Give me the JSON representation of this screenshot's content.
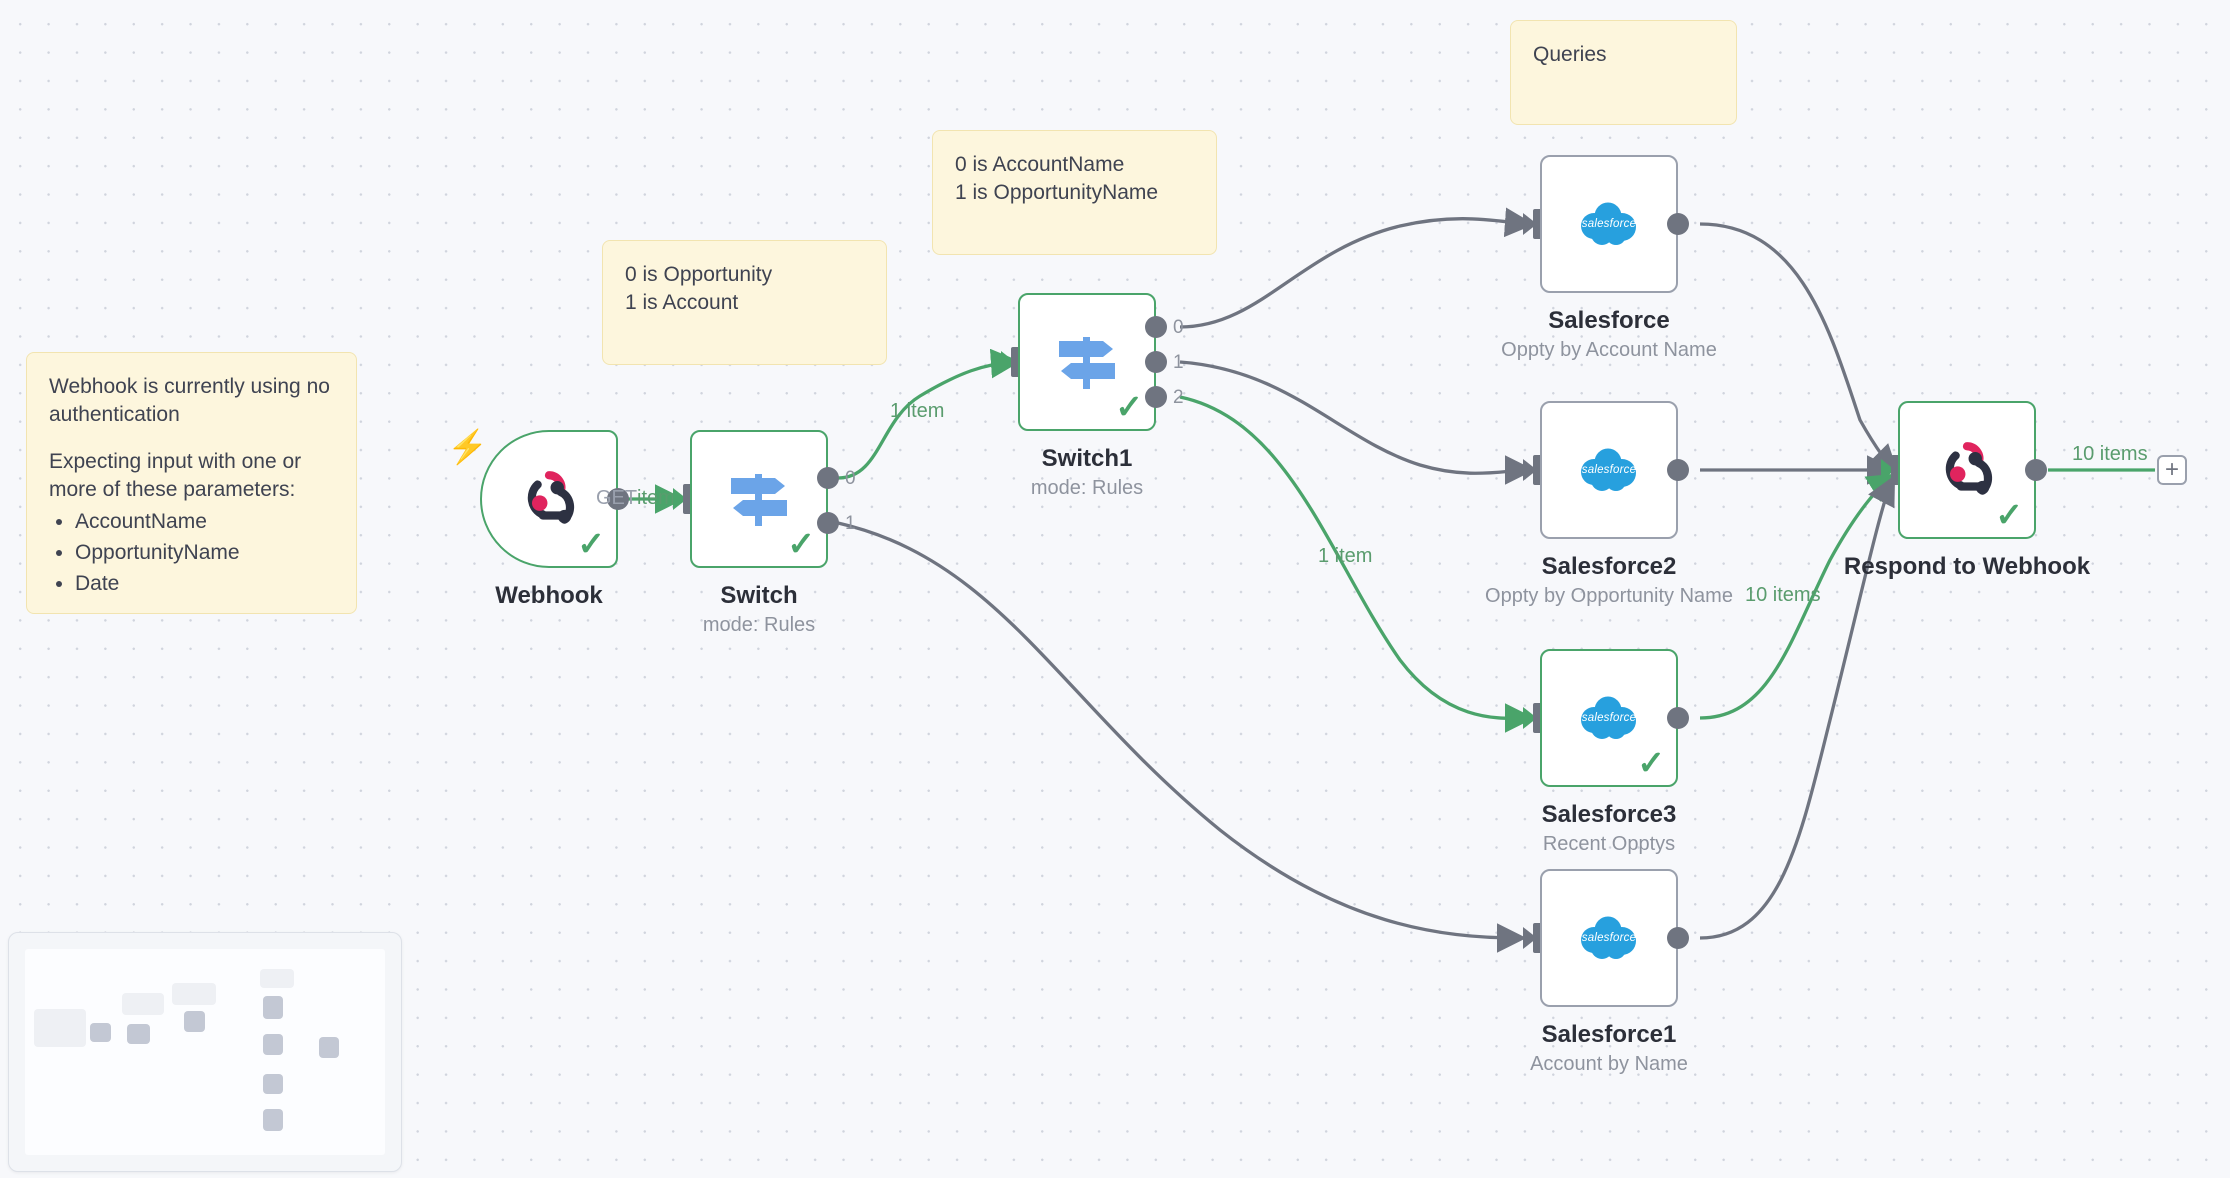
{
  "app": {
    "name": "n8n-workflow-canvas"
  },
  "sticky_notes": [
    {
      "id": "webhook-auth-note",
      "lines": [
        "Webhook is currently using no authentication",
        "Expecting input with one or more of these parameters:"
      ],
      "line1": "Webhook is currently using no",
      "line2": "authentication",
      "line3": "Expecting input with one or",
      "line4": "more of these parameters:",
      "bullets": [
        "AccountName",
        "OpportunityName",
        "Date"
      ]
    },
    {
      "id": "switch-mapping-note",
      "line1": "0 is Opportunity",
      "line2": "1 is Account"
    },
    {
      "id": "switch1-mapping-note",
      "line1": "0 is AccountName",
      "line2": "1 is OpportunityName"
    },
    {
      "id": "queries-note",
      "line1": "Queries"
    }
  ],
  "nodes": [
    {
      "id": "webhook",
      "title": "Webhook",
      "subtitle": "",
      "icon": "webhook-icon",
      "state": "success",
      "outputs": [
        ""
      ]
    },
    {
      "id": "switch",
      "title": "Switch",
      "subtitle": "mode: Rules",
      "icon": "switch-icon",
      "state": "success",
      "outputs": [
        "0",
        "1"
      ]
    },
    {
      "id": "switch1",
      "title": "Switch1",
      "subtitle": "mode: Rules",
      "icon": "switch-icon",
      "state": "success",
      "outputs": [
        "0",
        "1",
        "2"
      ]
    },
    {
      "id": "salesforce",
      "title": "Salesforce",
      "subtitle": "Oppty by Account Name",
      "icon": "salesforce-icon",
      "state": "idle",
      "outputs": [
        ""
      ]
    },
    {
      "id": "salesforce2",
      "title": "Salesforce2",
      "subtitle": "Oppty by Opportunity Name",
      "icon": "salesforce-icon",
      "state": "idle",
      "outputs": [
        ""
      ]
    },
    {
      "id": "salesforce3",
      "title": "Salesforce3",
      "subtitle": "Recent Opptys",
      "icon": "salesforce-icon",
      "state": "success",
      "outputs": [
        ""
      ]
    },
    {
      "id": "salesforce1",
      "title": "Salesforce1",
      "subtitle": "Account by Name",
      "icon": "salesforce-icon",
      "state": "idle",
      "outputs": [
        ""
      ]
    },
    {
      "id": "respond",
      "title": "Respond to Webhook",
      "subtitle": "",
      "icon": "webhook-icon",
      "state": "success",
      "outputs": [
        ""
      ]
    }
  ],
  "edge_labels": {
    "webhook_method": "GET",
    "webhook_to_switch": "item",
    "switch_to_switch1": "1 item",
    "switch1_to_salesforce3": "1 item",
    "salesforce3_to_respond": "10 items",
    "respond_out": "10 items"
  },
  "salesforce_logo_text": "salesforce",
  "add_node_button": "+",
  "colors": {
    "canvas_bg": "#f7f8fb",
    "grid_dot": "#d0d4dd",
    "node_border_idle": "#9aa0ad",
    "node_border_success": "#4aa46a",
    "edge_idle": "#6f7480",
    "edge_success": "#4aa46a",
    "sticky_bg": "#fdf6dd",
    "sticky_border": "#f2e4b0",
    "salesforce_blue": "#27a0de",
    "webhook_red": "#e0245e",
    "webhook_dark": "#2d3142",
    "switch_blue": "#6ba4e8",
    "trigger_bolt": "#f26c4f",
    "label_green": "#5a9c6e",
    "label_gray": "#9aa0ad"
  }
}
